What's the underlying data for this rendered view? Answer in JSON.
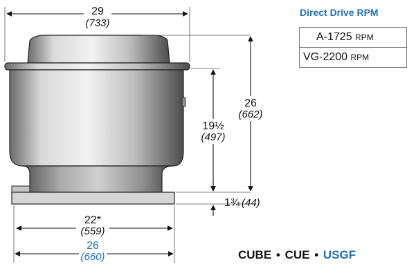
{
  "dimensions": {
    "top_width": {
      "inches": "29",
      "mm": "(733)"
    },
    "total_height": {
      "inches": "26",
      "mm": "(662)"
    },
    "body_height": {
      "inches": "19½",
      "mm": "(497)"
    },
    "curb_height": {
      "inches": "1¾",
      "mm": "(44)"
    },
    "inner_width": {
      "inches": "22*",
      "mm": "(559)"
    },
    "base_width": {
      "inches": "26",
      "mm": "(660)"
    }
  },
  "rpm_panel": {
    "title": "Direct Drive RPM",
    "rows": [
      {
        "model": "A-1725",
        "unit": "RPM"
      },
      {
        "model": "VG-2200",
        "unit": "RPM"
      }
    ]
  },
  "models": {
    "first": "CUBE",
    "separator": "•",
    "second": "CUE",
    "third": "USGF",
    "accent_color": "#1f6fb4"
  }
}
